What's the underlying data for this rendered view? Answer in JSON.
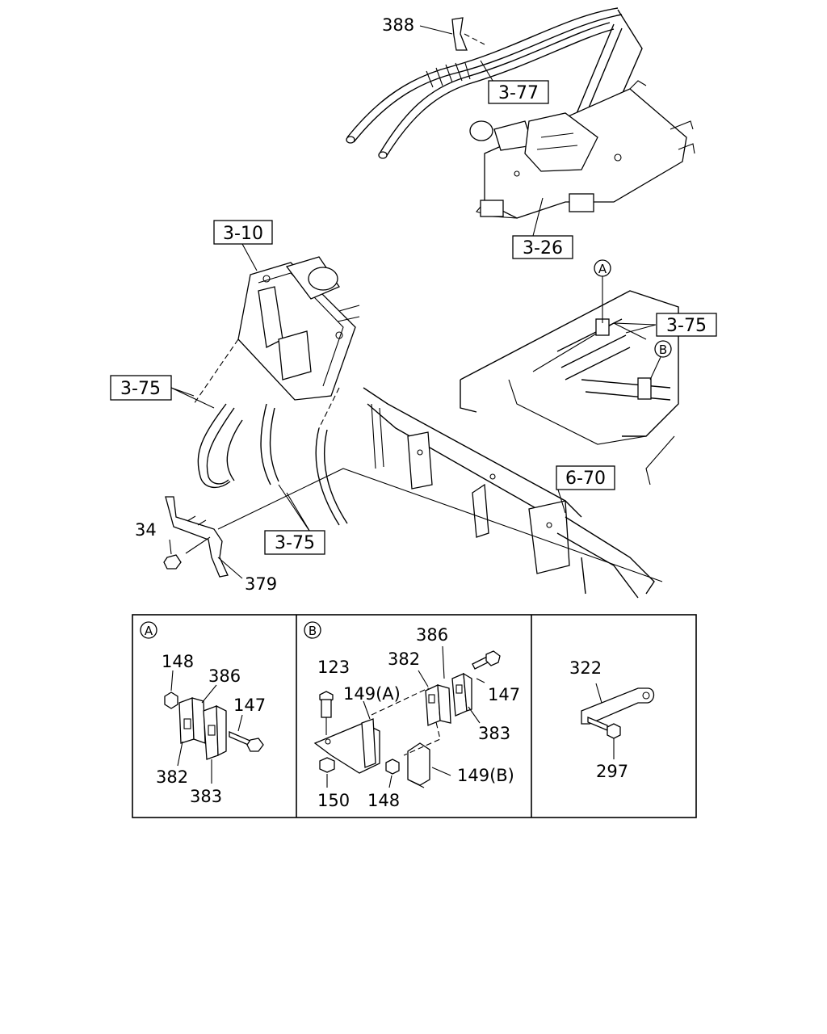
{
  "labels": {
    "p388": "388",
    "p3_77": "3-77",
    "p3_26": "3-26",
    "p3_10": "3-10",
    "p3_75_top": "3-75",
    "p3_75_left": "3-75",
    "p3_75_bottom": "3-75",
    "p6_70": "6-70",
    "p34": "34",
    "p379": "379",
    "ref_a": "A",
    "ref_b": "B"
  },
  "inset_a": {
    "tag": "A",
    "p148": "148",
    "p386": "386",
    "p147": "147",
    "p382": "382",
    "p383": "383"
  },
  "inset_b": {
    "tag": "B",
    "p123": "123",
    "p382": "382",
    "p386": "386",
    "p147": "147",
    "p149a": "149(A)",
    "p383": "383",
    "p149b": "149(B)",
    "p150": "150",
    "p148": "148"
  },
  "inset_c": {
    "p322": "322",
    "p297": "297"
  }
}
